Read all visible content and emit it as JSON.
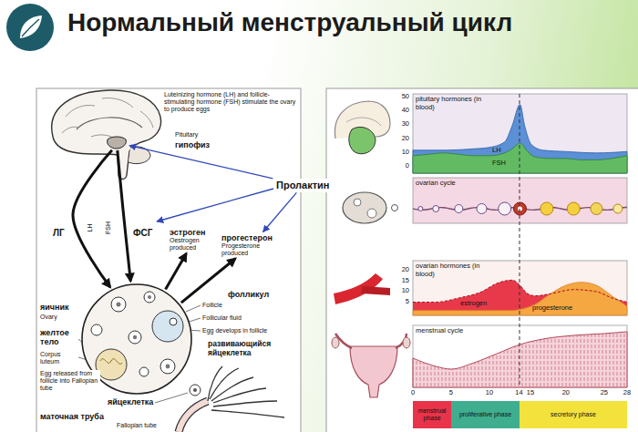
{
  "diagram": {
    "title": "Нормальный менструальный цикл",
    "nodes": [
      {
        "text": [
          "Pituitary",
          "гипофиз"
        ]
      },
      {
        "text": [
          "Пролактин"
        ]
      },
      {
        "text": [
          "эстроген",
          "Oestrogen produced"
        ]
      },
      {
        "text": [
          "прогестерон",
          "Progesterone produced"
        ]
      },
      {
        "text": [
          "яичник",
          "Ovary"
        ]
      },
      {
        "text": [
          "pituitary hormones (in blood)"
        ]
      },
      {
        "text": [
          "ovarian cycle"
        ]
      },
      {
        "text": [
          "ovarian hormones (in blood)"
        ]
      },
      {
        "text": [
          "menstrual cycle"
        ]
      },
      {
        "text": [
          "menstrual phase"
        ]
      },
      {
        "text": [
          "proliferative phase"
        ]
      },
      {
        "text": [
          "secretory phase"
        ]
      }
    ],
    "edges": [
      {
        "from": 0,
        "to": 4,
        "label": "ЛГ",
        "arrow": "to"
      },
      {
        "from": 0,
        "to": 4,
        "label": "ФСГ",
        "arrow": "to"
      },
      {
        "from": 4,
        "to": 2,
        "arrow": "to"
      },
      {
        "from": 4,
        "to": 3,
        "arrow": "to"
      },
      {
        "from": 1,
        "to": 0,
        "arrow": "to"
      },
      {
        "from": 1,
        "to": 3,
        "arrow": "to"
      }
    ],
    "labels": [
      "Luteinizing hormone (LH) and follicle-stimulating hormone (FSH) stimulate the ovary to produce eggs",
      "LH",
      "FSH",
      "фолликул",
      "Follicle",
      "Follicular fluid",
      "Egg develops in follicle",
      "желтое тело",
      "Corpus luteum",
      "развивающийся яйцеклетка",
      "Egg released from follicle into Fallopian tube",
      "яйцеклетка",
      "маточная труба",
      "Fallopian tube",
      "50",
      "40",
      "30",
      "20",
      "10",
      "0",
      "LH",
      "FSH",
      "20",
      "15",
      "10",
      "5",
      "estrogen",
      "progesterone",
      "0",
      "5",
      "10",
      "14",
      "15",
      "20",
      "25",
      "28"
    ]
  }
}
